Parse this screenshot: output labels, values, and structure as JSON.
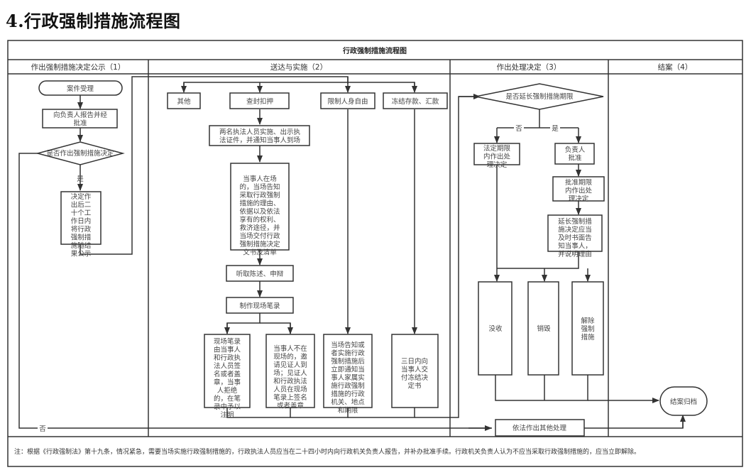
{
  "document": {
    "heading": "4.行政强制措施流程图"
  },
  "diagram": {
    "title": "行政强制措施流程图",
    "lanes": [
      {
        "label": "作出强制措施决定公示（1）"
      },
      {
        "label": "送达与实施（2）"
      },
      {
        "label": "作出处理决定（3）"
      },
      {
        "label": "结案（4）"
      }
    ],
    "nodes": {
      "case_accept": [
        "案件受理"
      ],
      "report_approve": [
        "向负责人报告并经",
        "批准"
      ],
      "decide_measure": [
        "是否作出强制措施决定"
      ],
      "publicize": [
        "决定作",
        "出后二",
        "十个工",
        "作日内",
        "将行政",
        "强制措",
        "施随结",
        "果公示"
      ],
      "other": [
        "其他"
      ],
      "seal_seize": [
        "查封扣押"
      ],
      "restrict_freedom": [
        "限制人身自由"
      ],
      "freeze_deposit": [
        "冻结存款、汇款"
      ],
      "two_officers": [
        "两名执法人员实施、出示执",
        "法证件，并通知当事人到场"
      ],
      "party_present": [
        "当事人在场",
        "的，当场告知",
        "采取行政强制",
        "措施的理由、",
        "依据以及依法",
        "享有的权利、",
        "救济途径，并",
        "当场交付行政",
        "强制措施决定",
        "文书及清单"
      ],
      "hear_statement": [
        "听取陈述、申辩"
      ],
      "make_record": [
        "制作现场笔录"
      ],
      "record_signed": [
        "现场笔录",
        "由当事人",
        "和行政执",
        "法人员签",
        "名或者盖",
        "章，当事",
        "人拒绝",
        "的，在笔",
        "录中予以",
        "注明"
      ],
      "party_absent": [
        "当事人不在",
        "现场的，邀",
        "请见证人到",
        "场；见证人",
        "和行政执法",
        "人员在现场",
        "笔录上签名",
        "或者盖章"
      ],
      "notify_family": [
        "当场告知或",
        "者实施行政",
        "强制措施后",
        "立即通知当",
        "事人家属实",
        "施行政强制",
        "措施的行政",
        "机关、地点",
        "和期限"
      ],
      "freeze_notice": [
        "三日内向",
        "当事人交",
        "付冻结决",
        "定书"
      ],
      "extend_period": [
        "是否延长强制措施期限"
      ],
      "legal_period": [
        "法定期限",
        "内作出处",
        "理决定"
      ],
      "head_approve": [
        "负责人",
        "批准"
      ],
      "approved_period": [
        "批准期限",
        "内作出处",
        "理决定"
      ],
      "extend_notify": [
        "延长强制措",
        "施决定应当",
        "及时书面告",
        "知当事人，",
        "并说明理由"
      ],
      "confiscate": [
        "没收"
      ],
      "destroy": [
        "销毁"
      ],
      "release": [
        "解除",
        "强制",
        "措施"
      ],
      "other_handling": [
        "依法作出其他处理"
      ],
      "close_archive": [
        "结案归档"
      ]
    },
    "edge_labels": {
      "yes": "是",
      "no": "否"
    },
    "footnote": "注：根据《行政强制法》第十九条，情况紧急，需要当场实施行政强制措施的，行政执法人员应当在二十四小时内向行政机关负责人报告，并补办批准手续。行政机关负责人认为不应当采取行政强制措施的，应当立即解除。"
  }
}
